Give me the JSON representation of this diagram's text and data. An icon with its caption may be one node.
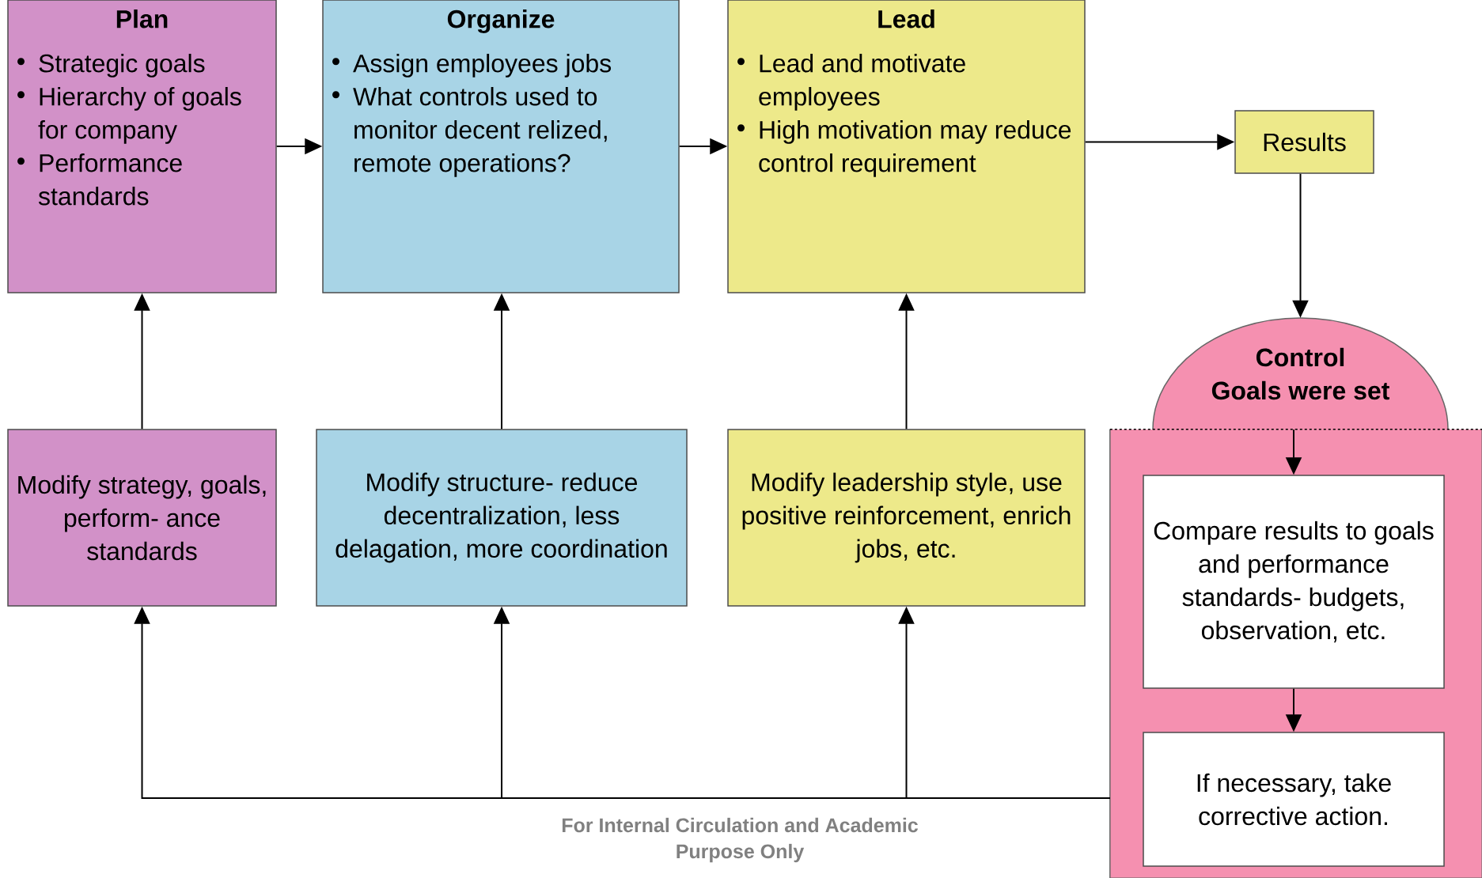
{
  "diagram": {
    "nodes": [
      {
        "text": [
          "Plan",
          "Strategic goals",
          "Hierarchy of goals for company",
          "Performance standards"
        ]
      },
      {
        "text": [
          "Organize",
          "Assign employees jobs",
          "What controls used to monitor decent relized, remote operations?"
        ]
      },
      {
        "text": [
          "Lead",
          "Lead and motivate employees",
          "High motivation may reduce control requirement"
        ]
      },
      {
        "text": [
          "Results"
        ]
      },
      {
        "text": [
          "Control",
          "Goals were set"
        ]
      },
      {
        "text": [],
        "shape": "box"
      },
      {
        "text": [
          "Compare results to goals and performance standards- budgets, observation, etc."
        ],
        "in": 5
      },
      {
        "text": [
          "If necessary, take corrective action."
        ],
        "in": 5
      },
      {
        "text": [
          "Modify strategy, goals, perform- ance standards"
        ]
      },
      {
        "text": [
          "Modify structure- reduce decentralization, less delagation, more coordination"
        ]
      },
      {
        "text": [
          "Modify leadership style, use positive reinforcement, enrich jobs, etc."
        ]
      }
    ],
    "edges": [
      {
        "from": 0,
        "to": 1,
        "arrow": "to"
      },
      {
        "from": 1,
        "to": 2,
        "arrow": "to"
      },
      {
        "from": 2,
        "to": 3,
        "arrow": "to"
      },
      {
        "from": 3,
        "to": 4,
        "arrow": "to"
      },
      {
        "from": 4,
        "to": 6,
        "arrow": "to"
      },
      {
        "from": 6,
        "to": 7,
        "arrow": "to"
      },
      {
        "from": 8,
        "to": 0,
        "arrow": "to"
      },
      {
        "from": 9,
        "to": 1,
        "arrow": "to"
      },
      {
        "from": 10,
        "to": 2,
        "arrow": "to"
      },
      {
        "from": 5,
        "to": 8,
        "arrow": "to"
      },
      {
        "from": 5,
        "to": 9,
        "arrow": "to"
      },
      {
        "from": 5,
        "to": 10,
        "arrow": "to"
      }
    ],
    "labels": [
      "For Internal Circulation and Academic Purpose Only"
    ]
  }
}
